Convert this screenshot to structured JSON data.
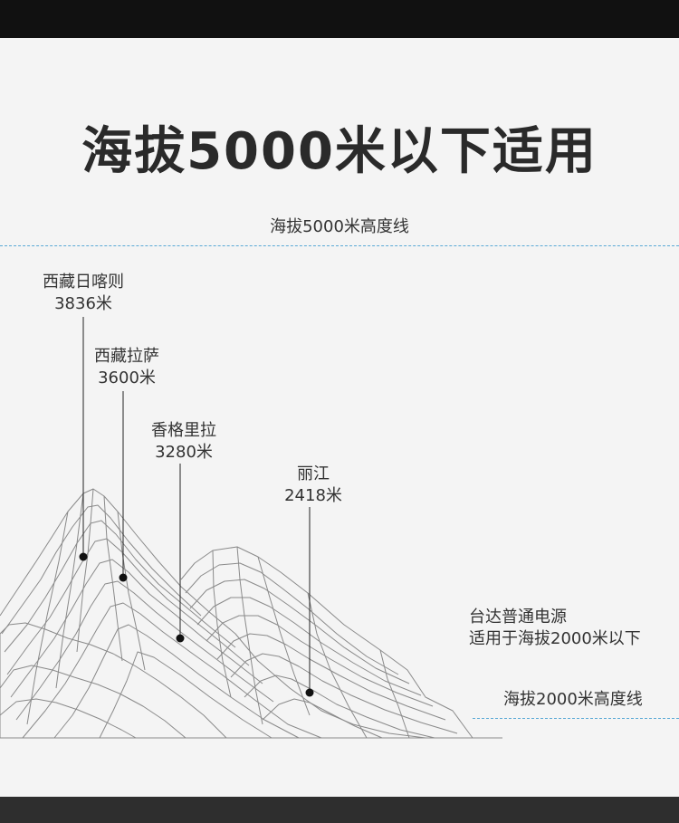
{
  "title": "海拔5000米以下适用",
  "top_line_label": "海拔5000米高度线",
  "bottom_line_label": "海拔2000米高度线",
  "locations": [
    {
      "name": "西藏日喀则",
      "altitude": "3836米"
    },
    {
      "name": "西藏拉萨",
      "altitude": "3600米"
    },
    {
      "name": "香格里拉",
      "altitude": "3280米"
    },
    {
      "name": "丽江",
      "altitude": "2418米"
    }
  ],
  "note": {
    "line1": "台达普通电源",
    "line2": "适用于海拔2000米以下"
  },
  "colors": {
    "dashed_line": "#5aa9d6",
    "mountain_stroke": "#888888",
    "title": "#2a2a2a"
  }
}
